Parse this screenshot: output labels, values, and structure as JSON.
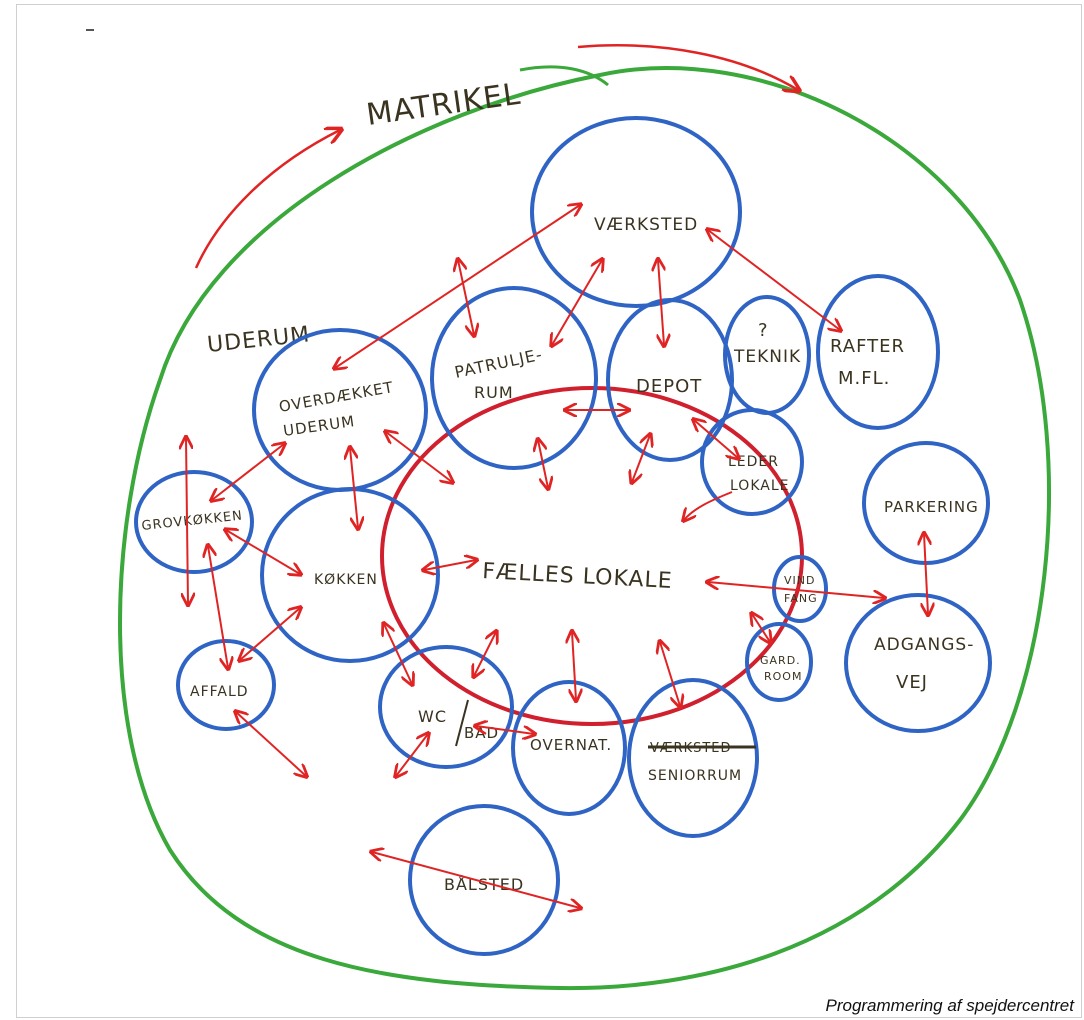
{
  "diagram": {
    "title": "MATRIKEL",
    "udeum_label": "UDERUM",
    "center_label": "FÆLLES LOKALE",
    "rooms": {
      "vaerksted": "VÆRKSTED",
      "patrulje": [
        "PATRULJE-",
        "RUM"
      ],
      "depot": "DEPOT",
      "teknik_q": "?",
      "teknik": "TEKNIK",
      "rafter": [
        "RAFTER",
        "M.FL."
      ],
      "overdaekket": [
        "OVERDÆKKET",
        "UDERUM"
      ],
      "leder": [
        "LEDER",
        "LOKALE"
      ],
      "grovkoekken": "GROVKØKKEN",
      "koekken": "KØKKEN",
      "parkering": "PARKERING",
      "vindfang": [
        "VIND",
        "FANG"
      ],
      "adgangsvej": [
        "ADGANGS-",
        "VEJ"
      ],
      "affald": "AFFALD",
      "gaderoom": [
        "GARD.",
        "ROOM"
      ],
      "wc_bad": [
        "WC",
        "BAD"
      ],
      "overnat": "OVERNAT.",
      "vaerksted_struck": "VÆRKSTED",
      "seniorrum": "SENIORRUM",
      "baalsted": "BÅLSTED"
    },
    "colors": {
      "boundary": "#3aa83a",
      "rooms": "#2f64c4",
      "center": "#d0202e",
      "arrows": "#e02424"
    }
  },
  "caption": "Programmering af spejdercentret"
}
